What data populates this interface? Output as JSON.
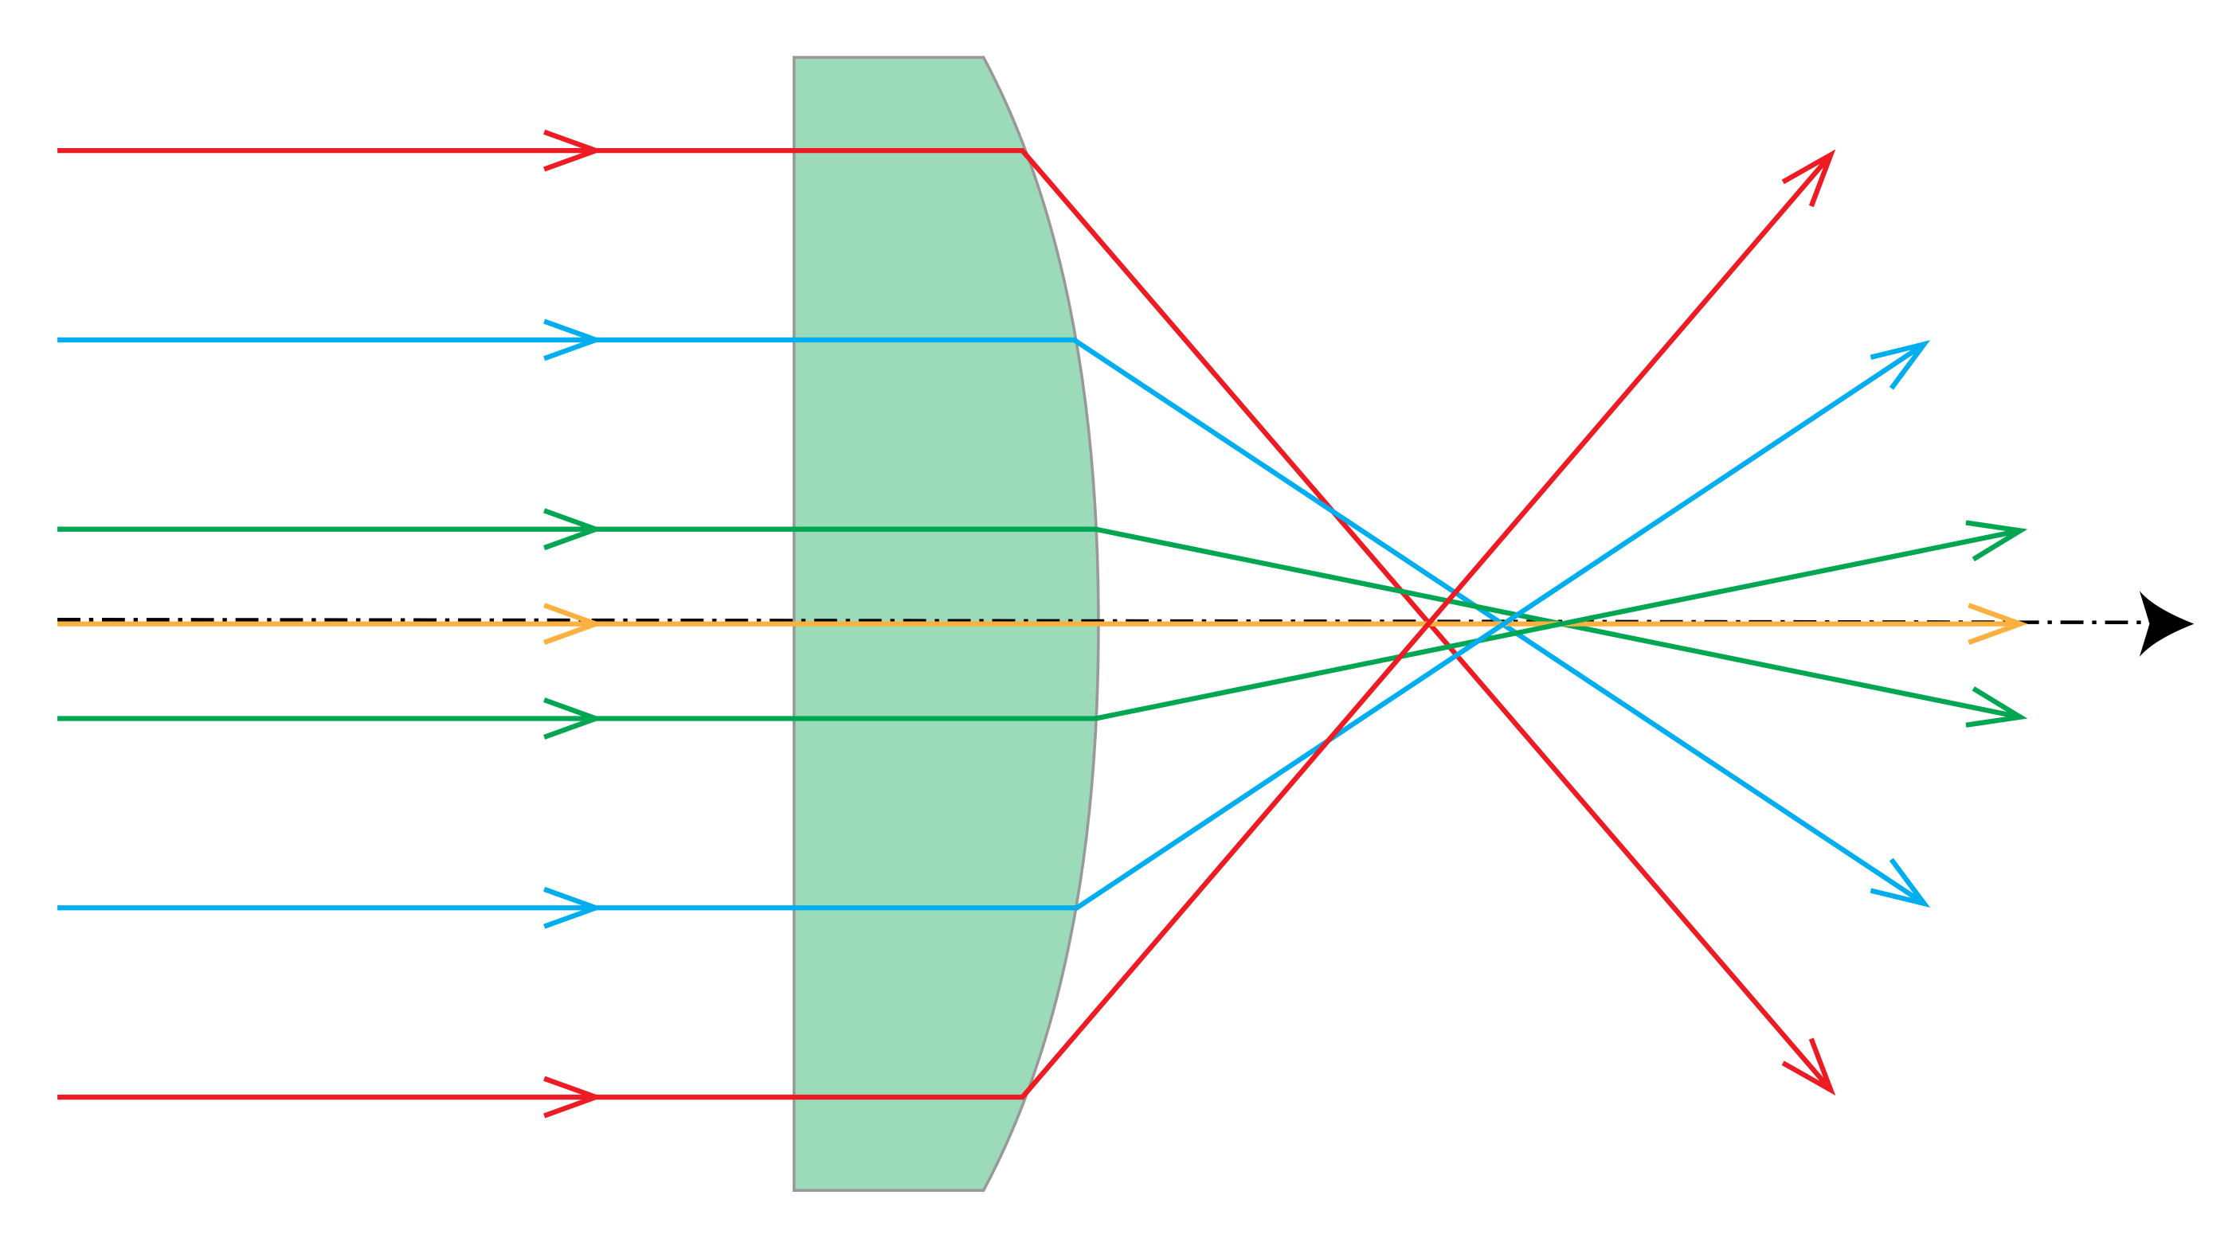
{
  "diagram": {
    "lens": {
      "fill": "#9cdbb9",
      "stroke": "#999999"
    },
    "axis": {
      "color": "#000000",
      "style": "dash-dot"
    },
    "colors": {
      "marginal": "#ed1c24",
      "intermediate": "#00aeef",
      "paraxial": "#00a651",
      "axial": "#fbb040"
    },
    "rays": [
      {
        "zone": "marginal"
      },
      {
        "zone": "intermediate"
      },
      {
        "zone": "paraxial"
      },
      {
        "zone": "axial"
      },
      {
        "zone": "paraxial"
      },
      {
        "zone": "intermediate"
      },
      {
        "zone": "marginal"
      }
    ]
  }
}
